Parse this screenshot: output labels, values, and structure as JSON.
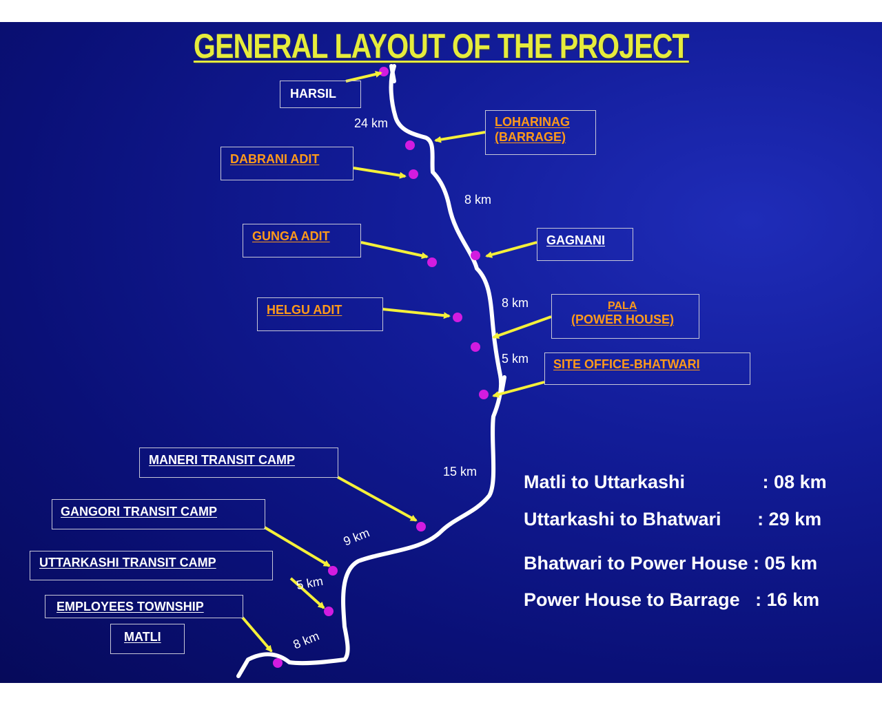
{
  "title": "GENERAL LAYOUT OF THE PROJECT",
  "colors": {
    "background": "#0a1077",
    "title": "#e6ec3c",
    "arrow": "#f5f03a",
    "river": "#ffffff",
    "dot": "#d21ce0",
    "label_orange": "#ff9a1a",
    "label_white": "#ffffff"
  },
  "labels": {
    "harsil": "HARSIL",
    "loharinag_1": "LOHARINAG",
    "loharinag_2": "(BARRAGE)",
    "dabrani": "DABRANI ADIT",
    "gunga": "GUNGA ADIT",
    "gagnani": "GAGNANI",
    "helgu": "HELGU ADIT",
    "pala_1": "PALA",
    "pala_2": "(POWER HOUSE)",
    "site_office": "SITE OFFICE-BHATWARI",
    "maneri": "MANERI TRANSIT CAMP",
    "gangori": "GANGORI TRANSIT CAMP",
    "uttarkashi": "UTTARKASHI TRANSIT CAMP",
    "township": "EMPLOYEES TOWNSHIP",
    "matli": "MATLI"
  },
  "distances": {
    "harsil_loharinag": "24 km",
    "loharinag_gagnani": "8 km",
    "gagnani_pala": "8 km",
    "pala_bhatwari": "5 km",
    "bhatwari_maneri": "15 km",
    "maneri_gangori": "9 km",
    "gangori_uttarkashi": "5 km",
    "uttarkashi_matli": "8 km"
  },
  "summary": [
    {
      "text": "Matli to Uttarkashi               : 08 km"
    },
    {
      "text": "Uttarkashi to Bhatwari       : 29 km"
    },
    {
      "text": "Bhatwari to Power House : 05 km"
    },
    {
      "text": "Power House to Barrage   : 16 km"
    }
  ]
}
